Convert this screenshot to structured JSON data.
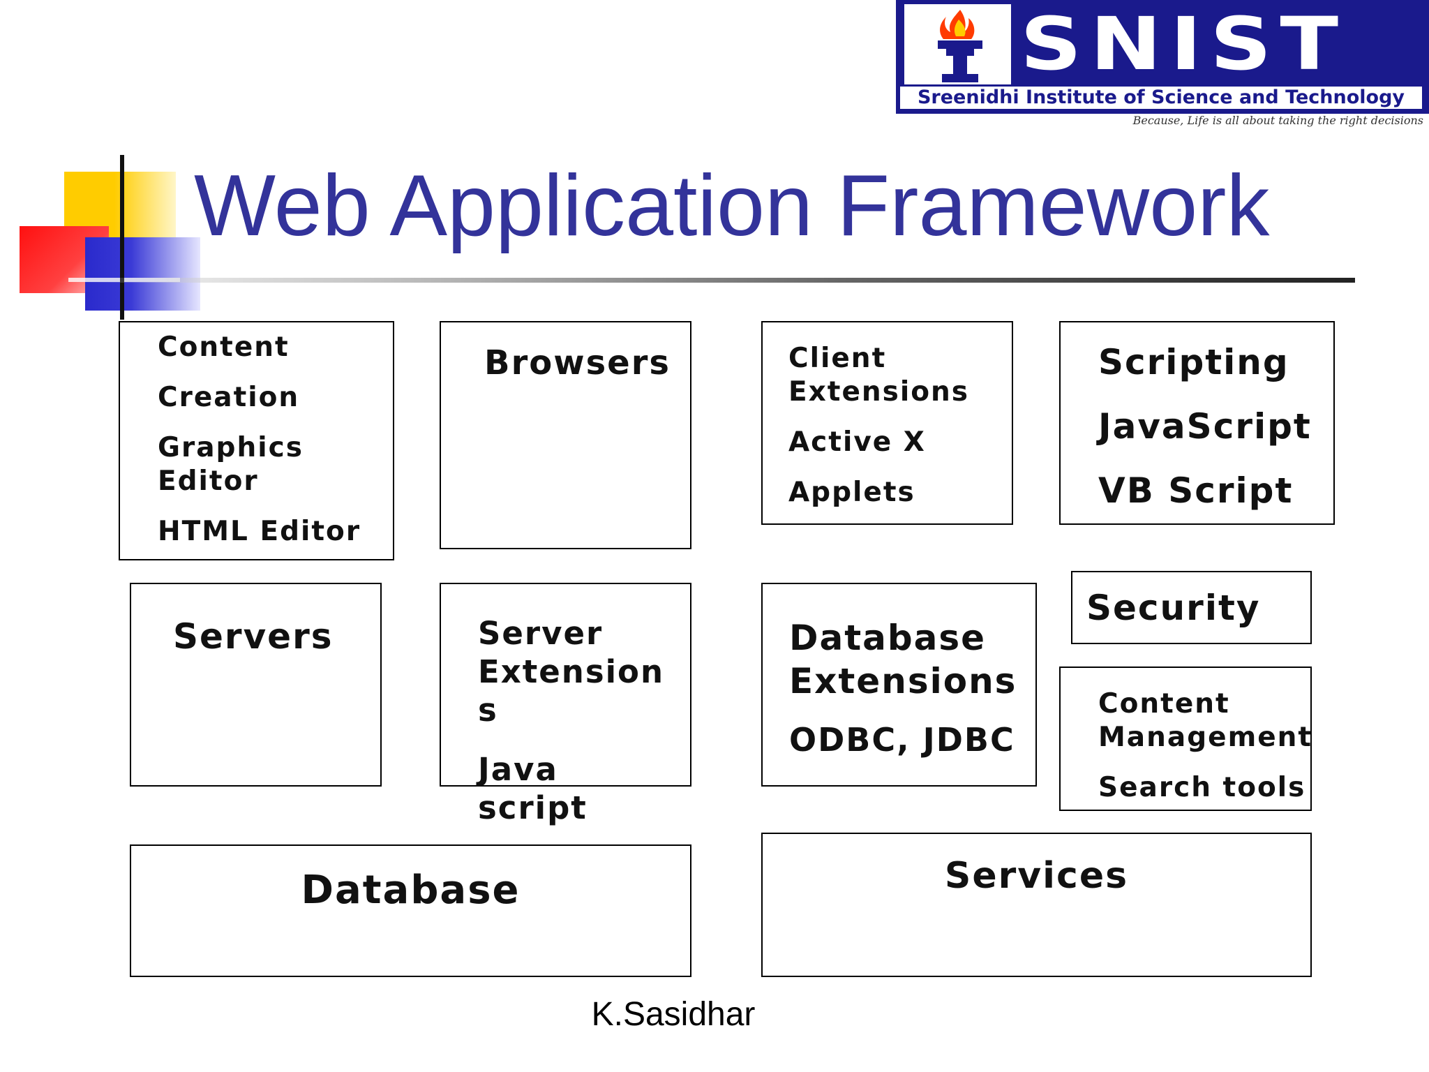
{
  "logo": {
    "wordmark": "SNIST",
    "institute": "Sreenidhi Institute of Science and Technology",
    "tagline": "Because, Life is all about taking the right decisions",
    "colors": {
      "navy": "#1a1a8c",
      "flame": "#ff3b00",
      "torch": "#1a1a8c"
    }
  },
  "title": "Web Application Framework",
  "title_color": "#33339a",
  "boxes": {
    "content_creation": {
      "line1": "Content",
      "line2": "Creation",
      "line3": "Graphics",
      "line4": "Editor",
      "line5": "HTML Editor"
    },
    "browsers": {
      "line1": "Browsers"
    },
    "client_extensions": {
      "line1": "Client",
      "line2": "Extensions",
      "line3": "Active X",
      "line4": "Applets"
    },
    "scripting": {
      "line1": "Scripting",
      "line2": "JavaScript",
      "line3": "VB Script"
    },
    "servers": {
      "line1": "Servers"
    },
    "server_extensions": {
      "line1": "Server",
      "line2": "Extension",
      "line3": "s",
      "line4": "Java",
      "line5": "script"
    },
    "database_extensions": {
      "line1": "Database",
      "line2": "Extensions",
      "line3": "ODBC, JDBC"
    },
    "security": {
      "line1": "Security"
    },
    "content_management": {
      "line1": "Content",
      "line2": "Management",
      "line3": "Search tools"
    },
    "database": {
      "line1": "Database"
    },
    "services": {
      "line1": "Services"
    }
  },
  "footer": "K.Sasidhar"
}
